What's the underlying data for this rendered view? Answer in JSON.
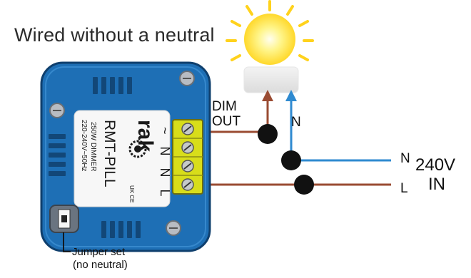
{
  "title": "Wired without a neutral",
  "labels": {
    "dim": "DIM",
    "out": "OUT",
    "lamp_neutral": "N",
    "terminal_n": "N",
    "terminal_l": "L",
    "voltage": "240V",
    "in": "IN",
    "jumper_line1": "Jumper set",
    "jumper_line2": "(no neutral)"
  },
  "device": {
    "brand": "rak",
    "model": "RMT-PILL",
    "rating": "250W DIMMER",
    "supply": "220-240V~50Hz",
    "terminal_marks": "~ N N L"
  },
  "colors": {
    "wire_live": "#9a4b32",
    "wire_neutral": "#2f8ad0",
    "device_body": "#1e6fb5",
    "terminal_block": "#d8dd1a",
    "bulb": "#ffe94a",
    "junction": "#111111"
  }
}
